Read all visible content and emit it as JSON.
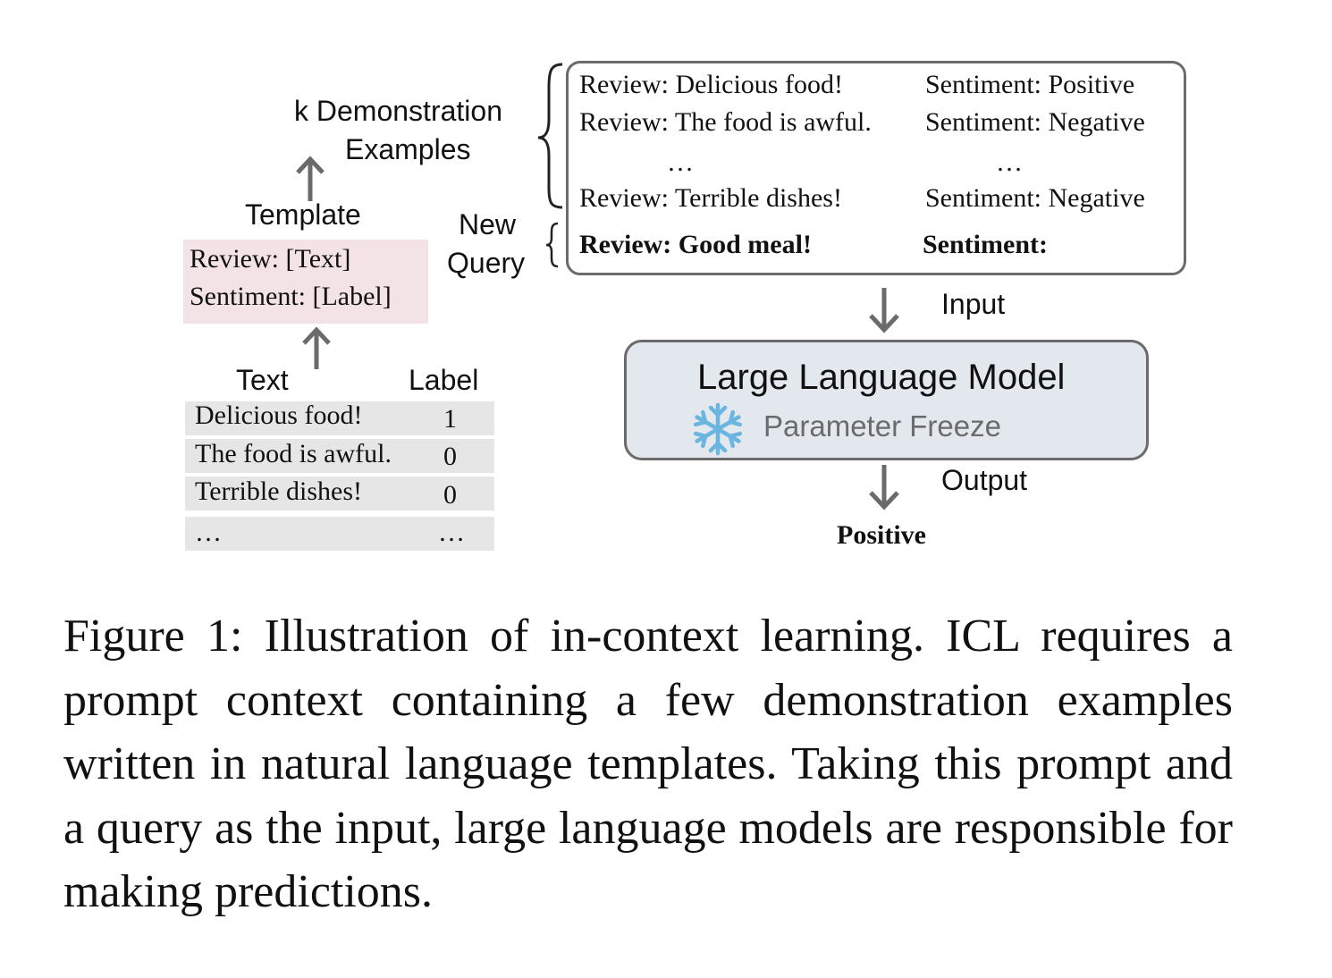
{
  "left": {
    "demo_label_line1": "k Demonstration",
    "demo_label_line2": "Examples",
    "template_label": "Template",
    "template_line1": "Review: [Text]",
    "template_line2": "Sentiment: [Label]",
    "text_header": "Text",
    "label_header": "Label",
    "rows": [
      {
        "text": "Delicious food!",
        "label": "1"
      },
      {
        "text": "The food is awful.",
        "label": "0"
      },
      {
        "text": "Terrible dishes!",
        "label": "0"
      },
      {
        "text": "…",
        "label": "…"
      }
    ]
  },
  "new_query_line1": "New",
  "new_query_line2": "Query",
  "examples": [
    {
      "review": "Review: Delicious food!",
      "sentiment": "Sentiment: Positive"
    },
    {
      "review": "Review: The food is awful.",
      "sentiment": "Sentiment: Negative"
    },
    {
      "review": "…",
      "sentiment": "…"
    },
    {
      "review": "Review: Terrible dishes!",
      "sentiment": "Sentiment: Negative"
    }
  ],
  "query": {
    "review": "Review: Good meal!",
    "sentiment": "Sentiment:"
  },
  "input_label": "Input",
  "output_label": "Output",
  "llm": {
    "title": "Large Language Model",
    "subtitle": "Parameter Freeze"
  },
  "output_value": "Positive",
  "colors": {
    "template_bg": "#f4e3e6",
    "row_bg": "#e6e6e6",
    "llm_bg": "#e3e8ee",
    "border": "#6b6b6b",
    "snowflake": "#6ab6e0"
  },
  "icons": {
    "freeze": "snowflake-icon"
  },
  "caption": "Figure 1: Illustration of in-context learning. ICL requires a prompt context containing a few demonstration examples written in natural language templates. Taking this prompt and a query as the input, large language models are responsible for making predictions."
}
